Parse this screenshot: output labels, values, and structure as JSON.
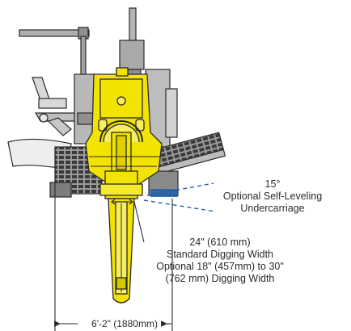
{
  "annotations": {
    "self_leveling": {
      "angle": "15°",
      "line1": "Optional Self-Leveling",
      "line2": "Undercarriage"
    },
    "digging_width": {
      "line1": "24\" (610 mm)",
      "line2": "Standard Digging Width",
      "line3": "Optional 18\" (457mm) to 30\"",
      "line4": "(762 mm) Digging Width"
    },
    "overall_width": "6'-2\" (1880mm)"
  },
  "colors": {
    "machine_yellow": "#f2e300",
    "outline": "#2a2a2a",
    "steel_gray": "#a9a9a9",
    "dashed_line": "#1f5fa8",
    "text": "#2b2b2b"
  }
}
